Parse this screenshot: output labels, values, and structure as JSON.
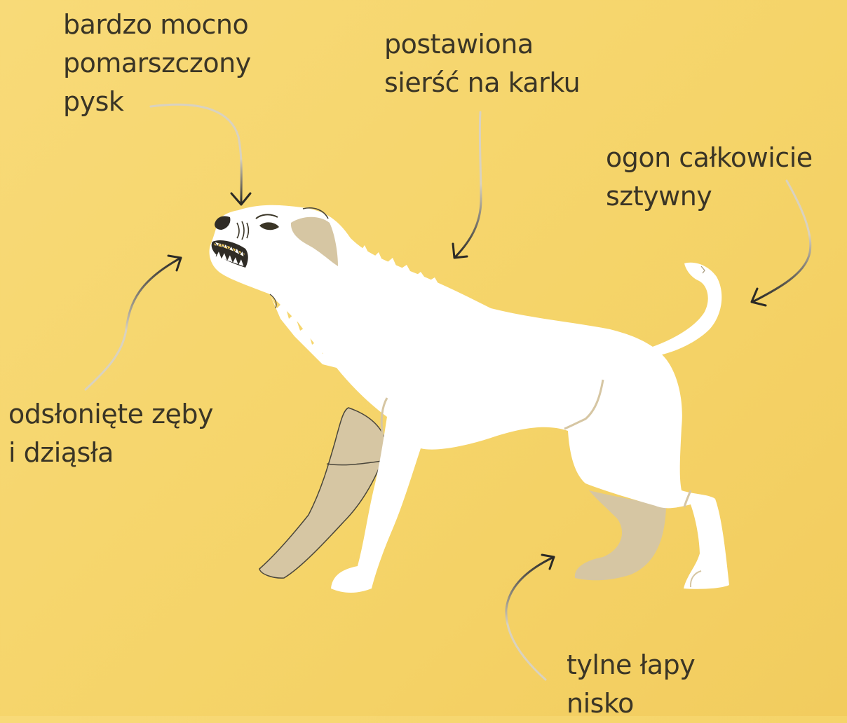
{
  "annotations": {
    "snout": {
      "lines": [
        "bardzo mocno",
        "pomarszczony",
        "pysk"
      ]
    },
    "nape": {
      "lines": [
        "postawiona",
        "sierść na karku"
      ]
    },
    "tail": {
      "lines": [
        "ogon całkowicie",
        "sztywny"
      ]
    },
    "teeth": {
      "lines": [
        "odsłonięte zęby",
        "i dziąsła"
      ]
    },
    "legs": {
      "lines": [
        "tylne łapy",
        "nisko"
      ]
    }
  },
  "colors": {
    "background": "#f5d469",
    "text": "#3a3526",
    "dog_body": "#ffffff",
    "dog_shade": "#d6c6a3",
    "arrow_dark": "#2b2a26",
    "arrow_light": "#d9d2c0"
  },
  "icons": [
    "dog-illustration",
    "arrow-icon"
  ]
}
